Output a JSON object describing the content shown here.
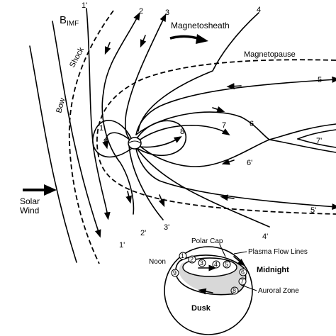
{
  "labels": {
    "b_imf_main": "B",
    "b_imf_sub": "IMF",
    "bow_shock": "Bow",
    "shock": "Shock",
    "solar_wind_1": "Solar",
    "solar_wind_2": "Wind",
    "magnetosheath": "Magnetosheath",
    "magnetopause": "Magnetopause",
    "polar_cap": "Polar Cap",
    "plasma_flow_lines": "Plasma Flow Lines",
    "noon": "Noon",
    "midnight": "Midnight",
    "auroral_zone": "Auroral Zone",
    "dusk": "Dusk"
  },
  "field_line_numbers": {
    "n1p_top": "1'",
    "n2": "2",
    "n3": "3",
    "n4": "4",
    "n5": "5",
    "n1": "1",
    "n9": "9",
    "n8": "8",
    "n7": "7",
    "n6": "6",
    "n7p": "7'",
    "n6p": "6'",
    "n5p": "5'",
    "n4p": "4'",
    "n3p": "3'",
    "n2p": "2'",
    "n1p_bottom": "1'"
  },
  "inset_numbers": [
    "1",
    "2",
    "3",
    "4",
    "5",
    "6",
    "7",
    "8",
    "9"
  ]
}
